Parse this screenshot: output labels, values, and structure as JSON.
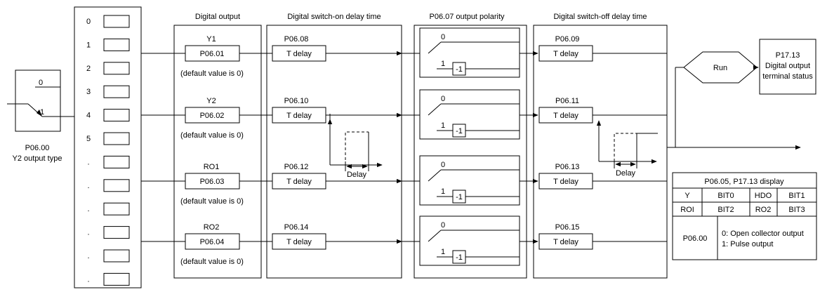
{
  "y2_switch": {
    "pos0": "0",
    "pos1": "1",
    "code": "P06.00",
    "caption": "Y2 output type"
  },
  "selector_items": [
    "0",
    "1",
    "2",
    "3",
    "4",
    "5",
    ".",
    ".",
    ".",
    ".",
    ".",
    "."
  ],
  "section_titles": {
    "digital_output": "Digital output",
    "switch_on": "Digital switch-on delay time",
    "polarity": "P06.07 output polarity",
    "switch_off": "Digital switch-off delay time"
  },
  "rows": [
    {
      "name": "Y1",
      "code": "P06.01",
      "note": "(default value is 0)",
      "on_code": "P06.08",
      "off_code": "P06.09"
    },
    {
      "name": "Y2",
      "code": "P06.02",
      "note": "(default value is 0)",
      "on_code": "P06.10",
      "off_code": "P06.11"
    },
    {
      "name": "RO1",
      "code": "P06.03",
      "note": "(default value is 0)",
      "on_code": "P06.12",
      "off_code": "P06.13"
    },
    {
      "name": "RO2",
      "code": "P06.04",
      "note": "(default value is 0)",
      "on_code": "P06.14",
      "off_code": "P06.15"
    }
  ],
  "delay_box_label": "T delay",
  "polarity_labels": {
    "zero": "0",
    "one": "1",
    "neg": "-1"
  },
  "delay_graph_label": "Delay",
  "run_label": "Run",
  "status_box": {
    "line1": "P17.13",
    "line2": "Digital output",
    "line3": "terminal status"
  },
  "display_table": {
    "title": "P06.05, P17.13 display",
    "row1": [
      "Y",
      "BIT0",
      "HDO",
      "BIT1"
    ],
    "row2": [
      "ROI",
      "BIT2",
      "RO2",
      "BIT3"
    ],
    "param": "P06.00",
    "options": [
      "0: Open collector output",
      "1: Pulse output"
    ]
  }
}
